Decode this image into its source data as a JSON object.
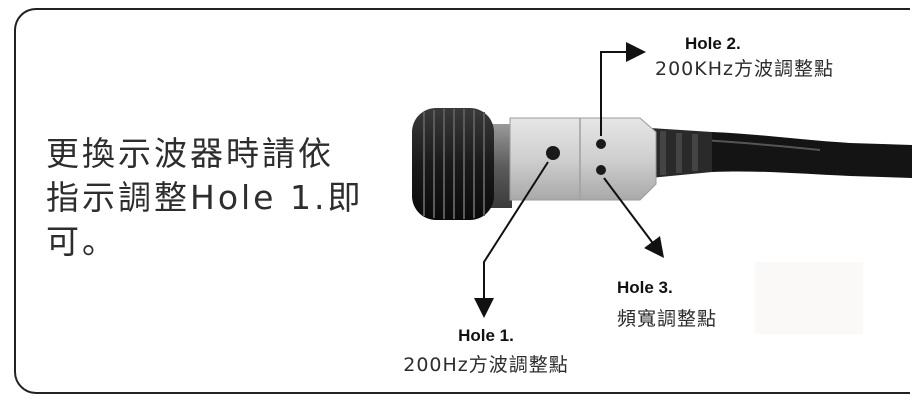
{
  "instruction": "更換示波器時請依\n指示調整Hole 1.即\n可。",
  "holes": [
    {
      "title": "Hole 1.",
      "description": "200Hz方波調整點"
    },
    {
      "title": "Hole 2.",
      "description": "200KHz方波調整點"
    },
    {
      "title": "Hole 3.",
      "description": "頻寬調整點"
    }
  ],
  "colors": {
    "frame": "#222222",
    "probe_body": "#c9c9c9",
    "knob": "#1e1e1e",
    "cable": "#151515",
    "arrow": "#111111"
  }
}
